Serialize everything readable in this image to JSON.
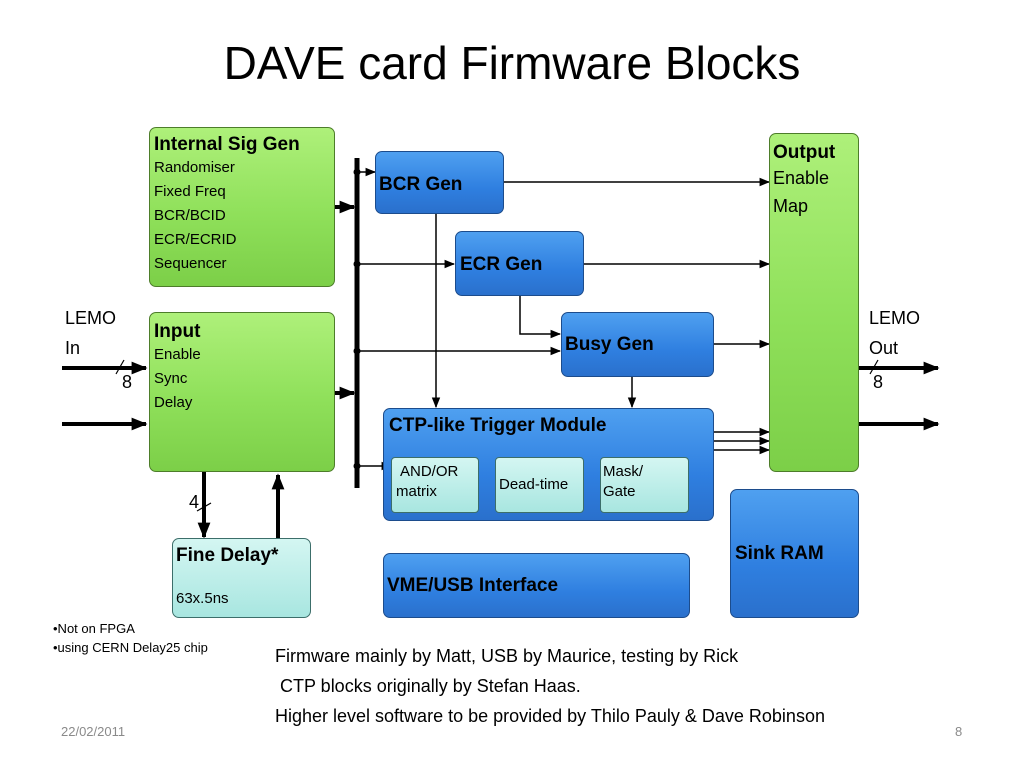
{
  "title": "DAVE card Firmware Blocks",
  "blocks": {
    "internal_sig_gen": {
      "title": "Internal Sig Gen",
      "items": [
        "Randomiser",
        "Fixed Freq",
        "BCR/BCID",
        "ECR/ECRID",
        "Sequencer"
      ]
    },
    "input": {
      "title": "Input",
      "items": [
        "Enable",
        "Sync",
        "Delay"
      ]
    },
    "bcr_gen": "BCR Gen",
    "ecr_gen": "ECR Gen",
    "busy_gen": "Busy Gen",
    "ctp_module": {
      "title": "CTP-like Trigger Module",
      "and_or": [
        "AND/OR",
        "matrix"
      ],
      "dead_time": "Dead-time",
      "mask_gate": [
        "Mask/",
        "Gate"
      ]
    },
    "output": {
      "title": "Output",
      "items": [
        "Enable",
        "Map"
      ]
    },
    "sink_ram": "Sink RAM",
    "vme_usb": "VME/USB Interface",
    "fine_delay": {
      "title": "Fine Delay*",
      "value": "63x.5ns"
    }
  },
  "labels": {
    "lemo_in": [
      "LEMO",
      "In"
    ],
    "lemo_out": [
      "LEMO",
      "Out"
    ],
    "bus_in_width": "8",
    "bus_out_width": "8",
    "fine_delay_width": "4"
  },
  "notes": [
    "•Not on FPGA",
    "•using CERN Delay25 chip"
  ],
  "credits": [
    "Firmware mainly by Matt, USB by Maurice, testing by Rick",
    " CTP blocks originally by Stefan Haas.",
    "Higher level software to be provided by Thilo Pauly & Dave Robinson"
  ],
  "footer": {
    "date": "22/02/2011",
    "page": "8"
  }
}
